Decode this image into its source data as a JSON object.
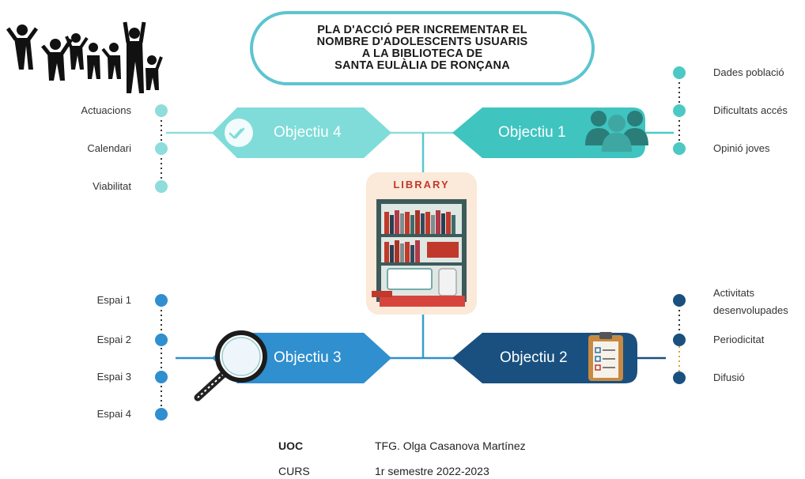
{
  "title": {
    "text": "PLA D'ACCIÓ PER INCREMENTAR EL\nNOMBRE D'ADOLESCENTS USUARIS\nA LA BIBLIOTECA DE\nSANTA EULÀLIA DE RONÇANA"
  },
  "objectives": [
    {
      "label": "Objectiu 4",
      "color": "#7fdcd9",
      "icon": "double-check-icon"
    },
    {
      "label": "Objectiu 1",
      "color": "#3fc4c0",
      "icon": "people-group-icon"
    },
    {
      "label": "Objectiu 3",
      "color": "#2f8fcf",
      "icon": "magnifier-icon"
    },
    {
      "label": "Objectiu 2",
      "color": "#19507f",
      "icon": "clipboard-checklist-icon"
    }
  ],
  "obj4_items": [
    "Actuacions",
    "Calendari",
    "Viabilitat"
  ],
  "obj1_items": [
    "Dades població",
    "Dificultats accés",
    "Opinió joves"
  ],
  "obj3_items": [
    "Espai 1",
    "Espai 2",
    "Espai 3",
    "Espai 4"
  ],
  "obj2_items": [
    "Activitats\ndesenvolupades",
    "Periodicitat",
    "Difusió"
  ],
  "center_illustration": {
    "sign_text": "LIBRARY",
    "icon": "library-shelf-icon"
  },
  "corner_illustration": {
    "icon": "jumping-teens-silhouette-icon"
  },
  "footer": {
    "row1_key": "UOC",
    "row1_val": "TFG. Olga Casanova Martínez",
    "row2_key": "CURS",
    "row2_val": "1r semestre 2022-2023"
  },
  "colors": {
    "title_border": "#5cc5cf",
    "dot_obj4": "#8fdcdc",
    "dot_obj1": "#4cc9c4",
    "dot_obj3": "#2f8fcf",
    "dot_obj2": "#19507f"
  }
}
